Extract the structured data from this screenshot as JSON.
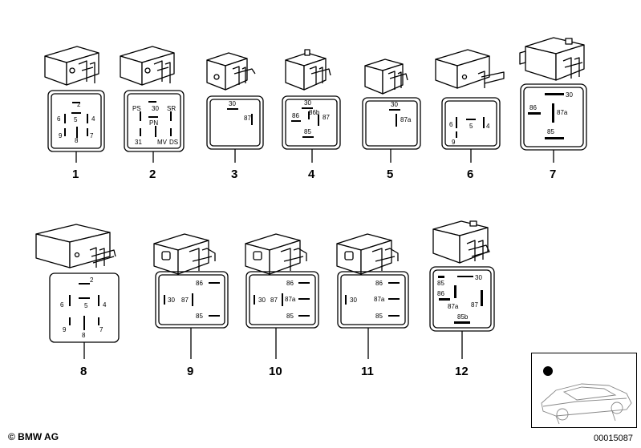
{
  "relays": [
    {
      "number": "1",
      "pins": [
        "2",
        "6",
        "5",
        "4",
        "9",
        "8",
        "7"
      ]
    },
    {
      "number": "2",
      "pins": [
        "PS",
        "30",
        "SR",
        "PN",
        "31",
        "MV",
        "DS"
      ]
    },
    {
      "number": "3",
      "pins": [
        "30",
        "87"
      ]
    },
    {
      "number": "4",
      "pins": [
        "30",
        "86b",
        "86",
        "87",
        "85"
      ]
    },
    {
      "number": "5",
      "pins": [
        "30",
        "87a"
      ]
    },
    {
      "number": "6",
      "pins": [
        "6",
        "5",
        "4",
        "9"
      ]
    },
    {
      "number": "7",
      "pins": [
        "30",
        "86",
        "87a",
        "85"
      ]
    },
    {
      "number": "8",
      "pins": [
        "2",
        "6",
        "5",
        "4",
        "9",
        "8",
        "7"
      ]
    },
    {
      "number": "9",
      "pins": [
        "86",
        "30",
        "87",
        "85"
      ]
    },
    {
      "number": "10",
      "pins": [
        "86",
        "30",
        "87",
        "87a",
        "85"
      ]
    },
    {
      "number": "11",
      "pins": [
        "86",
        "30",
        "87a",
        "85"
      ]
    },
    {
      "number": "12",
      "pins": [
        "30",
        "85",
        "86",
        "87a",
        "87",
        "85b"
      ]
    }
  ],
  "footer": {
    "copyright": "© BMW AG",
    "drawing_id": "00015087"
  }
}
